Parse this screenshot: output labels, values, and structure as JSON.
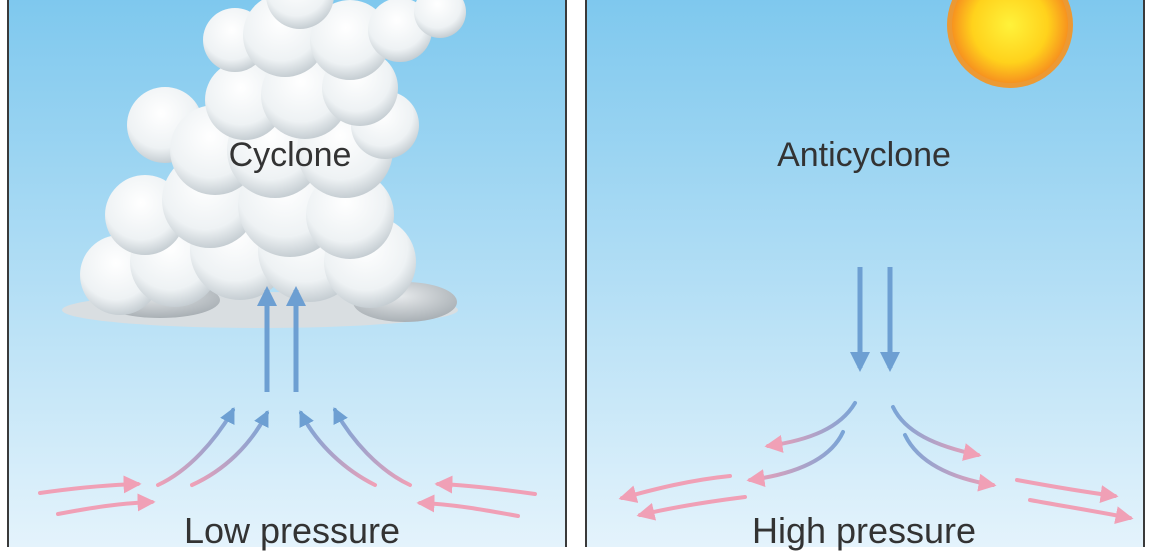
{
  "panels": {
    "left": {
      "title": "Cyclone",
      "pressure": "Low pressure"
    },
    "right": {
      "title": "Anticyclone",
      "pressure": "High pressure"
    }
  },
  "icons": {
    "cloud": "cumulus-cloud-icon",
    "sun": "sun-icon"
  },
  "colors": {
    "sky_top": "#7ec8ee",
    "sky_bottom": "#e6f4fc",
    "vertical_arrow": "#6d9fd2",
    "surface_arrow": "#f0a0b6",
    "divider": "#3a3a3a",
    "sun_core": "#fff23a",
    "sun_edge": "#f7931e"
  }
}
